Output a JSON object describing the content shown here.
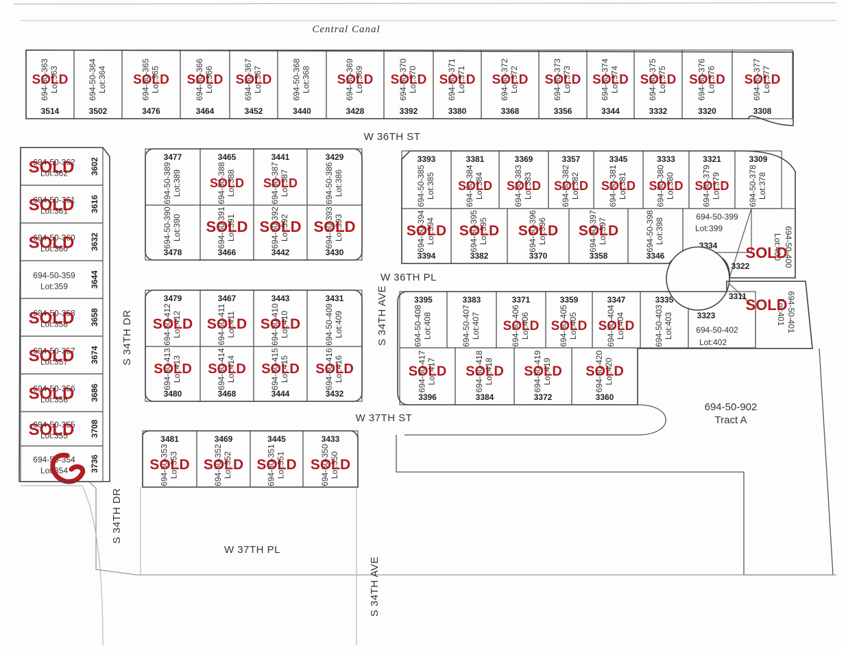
{
  "canal": "Central Canal",
  "tract": {
    "parcel": "694-50-902",
    "label": "Tract A"
  },
  "streets": {
    "w36st": "W 36TH ST",
    "w36pl": "W 36TH PL",
    "w37st": "W 37TH ST",
    "w37pl": "W 37TH PL",
    "s34dr": "S 34TH DR",
    "s34dr2": "S 34TH DR",
    "s34ave": "S 34TH AVE",
    "s34ave2": "S 34TH AVE"
  },
  "sold_label": "SOLD",
  "colors": {
    "sold": "#b01c22",
    "lines": "#444444"
  },
  "top_row": [
    {
      "addr": "3514",
      "parcel": "694-50-363",
      "lot": "Lot:363",
      "sold": true
    },
    {
      "addr": "3502",
      "parcel": "694-50-364",
      "lot": "Lot:364",
      "sold": false
    },
    {
      "addr": "3476",
      "parcel": "694-50-365",
      "lot": "Lot:365",
      "sold": true
    },
    {
      "addr": "3464",
      "parcel": "694-50-366",
      "lot": "Lot:366",
      "sold": true
    },
    {
      "addr": "3452",
      "parcel": "694-50-367",
      "lot": "Lot:367",
      "sold": true
    },
    {
      "addr": "3440",
      "parcel": "694-50-368",
      "lot": "Lot:368",
      "sold": false
    },
    {
      "addr": "3428",
      "parcel": "694-50-369",
      "lot": "Lot:369",
      "sold": true
    },
    {
      "addr": "3392",
      "parcel": "694-50-370",
      "lot": "Lot:370",
      "sold": true
    },
    {
      "addr": "3380",
      "parcel": "694-50-371",
      "lot": "Lot:371",
      "sold": true
    },
    {
      "addr": "3368",
      "parcel": "694-50-372",
      "lot": "Lot:372",
      "sold": true
    },
    {
      "addr": "3356",
      "parcel": "694-50-373",
      "lot": "Lot:373",
      "sold": true
    },
    {
      "addr": "3344",
      "parcel": "694-50-374",
      "lot": "Lot:374",
      "sold": true
    },
    {
      "addr": "3332",
      "parcel": "694-50-375",
      "lot": "Lot:375",
      "sold": true
    },
    {
      "addr": "3320",
      "parcel": "694-50-376",
      "lot": "Lot:376",
      "sold": true
    },
    {
      "addr": "3308",
      "parcel": "694-50-377",
      "lot": "Lot:377",
      "sold": true
    }
  ],
  "left_column": [
    {
      "addr": "3602",
      "parcel": "694-50-362",
      "lot": "Lot:362",
      "sold": true
    },
    {
      "addr": "3616",
      "parcel": "694-50-361",
      "lot": "Lot:361",
      "sold": true
    },
    {
      "addr": "3632",
      "parcel": "694-50-360",
      "lot": "Lot:360",
      "sold": true
    },
    {
      "addr": "3644",
      "parcel": "694-50-359",
      "lot": "Lot:359",
      "sold": false
    },
    {
      "addr": "3658",
      "parcel": "694-50-358",
      "lot": "Lot:358",
      "sold": true
    },
    {
      "addr": "3674",
      "parcel": "694-50-357",
      "lot": "Lot:357",
      "sold": true
    },
    {
      "addr": "3686",
      "parcel": "694-50-356",
      "lot": "Lot:356",
      "sold": true
    },
    {
      "addr": "3708",
      "parcel": "694-50-355",
      "lot": "Lot:355",
      "sold": true
    },
    {
      "addr": "3736",
      "parcel": "694-50-354",
      "lot": "Lot:354",
      "sold": false
    }
  ],
  "block_a_top": [
    {
      "addr": "3477",
      "parcel": "694-50-389",
      "lot": "Lot:389",
      "sold": false
    },
    {
      "addr": "3465",
      "parcel": "694-50-388",
      "lot": "Lot:388",
      "sold": true
    },
    {
      "addr": "3441",
      "parcel": "694-50-387",
      "lot": "Lot:387",
      "sold": true
    },
    {
      "addr": "3429",
      "parcel": "694-50-386",
      "lot": "Lot:386",
      "sold": false
    }
  ],
  "block_a_bottom": [
    {
      "addr": "3478",
      "parcel": "694-50-390",
      "lot": "Lot:390",
      "sold": false
    },
    {
      "addr": "3466",
      "parcel": "694-50-391",
      "lot": "Lot:391",
      "sold": true
    },
    {
      "addr": "3442",
      "parcel": "694-50-392",
      "lot": "Lot:392",
      "sold": true
    },
    {
      "addr": "3430",
      "parcel": "694-50-393",
      "lot": "Lot:393",
      "sold": true
    }
  ],
  "block_b_top": [
    {
      "addr": "3393",
      "parcel": "694-50-385",
      "lot": "Lot:385",
      "sold": false
    },
    {
      "addr": "3381",
      "parcel": "694-50-384",
      "lot": "Lot:384",
      "sold": true
    },
    {
      "addr": "3369",
      "parcel": "694-50-383",
      "lot": "Lot:383",
      "sold": true
    },
    {
      "addr": "3357",
      "parcel": "694-50-382",
      "lot": "Lot:382",
      "sold": true
    },
    {
      "addr": "3345",
      "parcel": "694-50-381",
      "lot": "Lot:381",
      "sold": true
    },
    {
      "addr": "3333",
      "parcel": "694-50-380",
      "lot": "Lot:380",
      "sold": true
    },
    {
      "addr": "3321",
      "parcel": "694-50-379",
      "lot": "Lot:379",
      "sold": true
    },
    {
      "addr": "3309",
      "parcel": "694-50-378",
      "lot": "Lot:378",
      "sold": false
    }
  ],
  "block_b_bottom": [
    {
      "addr": "3394",
      "parcel": "694-50-394",
      "lot": "Lot:394",
      "sold": true
    },
    {
      "addr": "3382",
      "parcel": "694-50-395",
      "lot": "Lot:395",
      "sold": true
    },
    {
      "addr": "3370",
      "parcel": "694-50-396",
      "lot": "Lot:396",
      "sold": true
    },
    {
      "addr": "3358",
      "parcel": "694-50-397",
      "lot": "Lot:397",
      "sold": true
    },
    {
      "addr": "3346",
      "parcel": "694-50-398",
      "lot": "Lot:398",
      "sold": false
    }
  ],
  "block_b_399": {
    "addr": "3334",
    "parcel": "694-50-399",
    "lot": "Lot:399",
    "sold": false
  },
  "block_b_400": {
    "addr": "3322",
    "parcel": "694-50-400",
    "lot": "Lot:400",
    "sold": true
  },
  "block_c_top": [
    {
      "addr": "3479",
      "parcel": "694-50-412",
      "lot": "Lot:412",
      "sold": true
    },
    {
      "addr": "3467",
      "parcel": "694-50-411",
      "lot": "Lot:411",
      "sold": true
    },
    {
      "addr": "3443",
      "parcel": "694-50-410",
      "lot": "Lot:410",
      "sold": true
    },
    {
      "addr": "3431",
      "parcel": "694-50-409",
      "lot": "Lot:409",
      "sold": false
    }
  ],
  "block_c_bottom": [
    {
      "addr": "3480",
      "parcel": "694-50-413",
      "lot": "Lot:413",
      "sold": true
    },
    {
      "addr": "3468",
      "parcel": "694-50-414",
      "lot": "Lot:414",
      "sold": true
    },
    {
      "addr": "3444",
      "parcel": "694-50-415",
      "lot": "Lot:415",
      "sold": true
    },
    {
      "addr": "3432",
      "parcel": "694-50-416",
      "lot": "Lot:416",
      "sold": true
    }
  ],
  "block_d_top": [
    {
      "addr": "3395",
      "parcel": "694-50-408",
      "lot": "Lot:408",
      "sold": false
    },
    {
      "addr": "3383",
      "parcel": "694-50-407",
      "lot": "Lot:407",
      "sold": false
    },
    {
      "addr": "3371",
      "parcel": "694-50-406",
      "lot": "Lot:406",
      "sold": true
    },
    {
      "addr": "3359",
      "parcel": "694-50-405",
      "lot": "Lot:405",
      "sold": true
    },
    {
      "addr": "3347",
      "parcel": "694-50-404",
      "lot": "Lot:404",
      "sold": true
    },
    {
      "addr": "3335",
      "parcel": "694-50-403",
      "lot": "Lot:403",
      "sold": false
    }
  ],
  "block_d_402": {
    "addr": "3323",
    "parcel": "694-50-402",
    "lot": "Lot:402",
    "sold": false
  },
  "block_d_401": {
    "addr": "3311",
    "parcel": "694-50-401",
    "lot": "Lot:401",
    "sold": true
  },
  "block_d_bottom": [
    {
      "addr": "3396",
      "parcel": "694-50-417",
      "lot": "Lot:417",
      "sold": true
    },
    {
      "addr": "3384",
      "parcel": "694-50-418",
      "lot": "Lot:418",
      "sold": true
    },
    {
      "addr": "3372",
      "parcel": "694-50-419",
      "lot": "Lot:419",
      "sold": true
    },
    {
      "addr": "3360",
      "parcel": "694-50-420",
      "lot": "Lot:420",
      "sold": true
    }
  ],
  "block_e": [
    {
      "addr": "3481",
      "parcel": "694-50-353",
      "lot": "Lot:353",
      "sold": true
    },
    {
      "addr": "3469",
      "parcel": "694-50-352",
      "lot": "Lot:352",
      "sold": true
    },
    {
      "addr": "3445",
      "parcel": "694-50-351",
      "lot": "Lot:351",
      "sold": true
    },
    {
      "addr": "3433",
      "parcel": "694-50-350",
      "lot": "Lot:350",
      "sold": true
    }
  ]
}
